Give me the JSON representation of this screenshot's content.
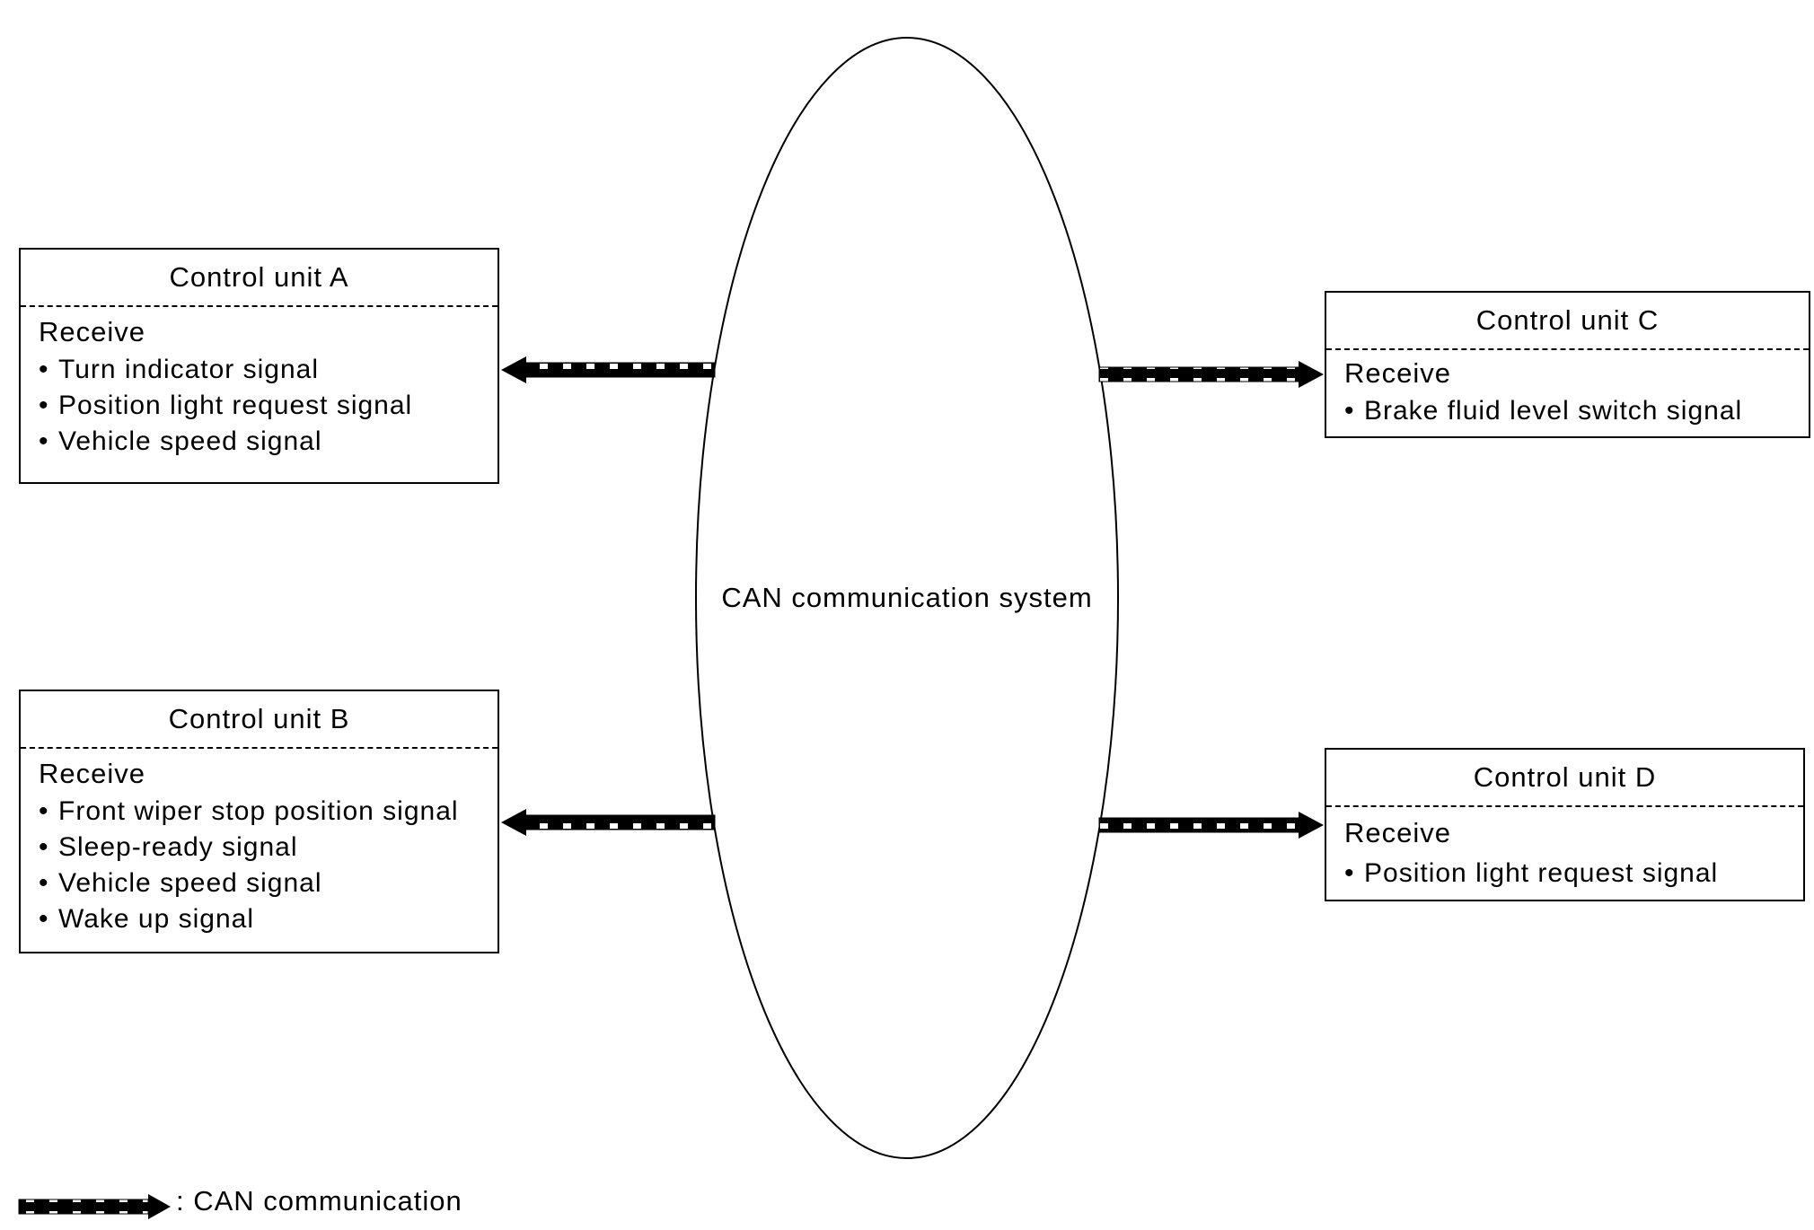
{
  "center_label": "CAN communication system",
  "units": {
    "a": {
      "title": "Control unit A",
      "receive": "Receive",
      "signals": [
        "Turn indicator signal",
        "Position light request signal",
        "Vehicle speed signal"
      ]
    },
    "b": {
      "title": "Control unit B",
      "receive": "Receive",
      "signals": [
        "Front wiper stop position signal",
        "Sleep-ready signal",
        "Vehicle speed signal",
        "Wake up signal"
      ]
    },
    "c": {
      "title": "Control unit C",
      "receive": "Receive",
      "signals": [
        "Brake fluid level switch signal"
      ]
    },
    "d": {
      "title": "Control unit D",
      "receive": "Receive",
      "signals": [
        "Position light request signal"
      ]
    }
  },
  "bullet": "•",
  "legend": {
    "label": ": CAN communication"
  }
}
